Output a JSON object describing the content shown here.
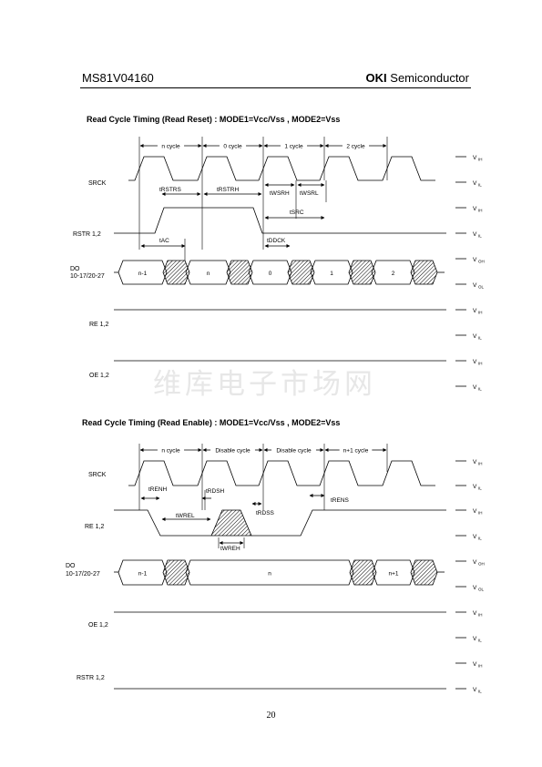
{
  "header": {
    "part": "MS81V04160",
    "brand": "OKI",
    "brand_suffix": " Semiconductor"
  },
  "diagram1": {
    "title": "Read Cycle Timing (Read Reset)  :  MODE1=Vcc/Vss , MODE2=Vss",
    "cycles": [
      "n cycle",
      "0 cycle",
      "1 cycle",
      "2 cycle"
    ],
    "signals": [
      "SRCK",
      "RSTR 1,2",
      "DO",
      "10-17/20-27",
      "RE 1,2",
      "OE 1,2"
    ],
    "params": [
      "tRSTRS",
      "tRSTRH",
      "tWSRH",
      "tWSRL",
      "tSRC",
      "tAC",
      "tDDCK"
    ],
    "do_values": [
      "n-1",
      "n",
      "0",
      "1",
      "2"
    ],
    "levels": [
      "V",
      "IH",
      "V",
      "IL",
      "V",
      "IH",
      "V",
      "IL",
      "V",
      "OH",
      "V",
      "OL",
      "V",
      "IH",
      "V",
      "IL",
      "V",
      "IH",
      "V",
      "IL"
    ]
  },
  "diagram2": {
    "title": "Read Cycle Timing (Read Enable)  :  MODE1=Vcc/Vss , MODE2=Vss",
    "cycles": [
      "n cycle",
      "Disable cycle",
      "Disable cycle",
      "n+1 cycle"
    ],
    "signals": [
      "SRCK",
      "RE 1,2",
      "DO",
      "10-17/20-27",
      "OE 1,2",
      "RSTR 1,2"
    ],
    "params": [
      "tRENH",
      "tRDSH",
      "tWREL",
      "tRDSS",
      "tRENS",
      "tWREH"
    ],
    "do_values": [
      "n-1",
      "n",
      "n+1"
    ],
    "levels": [
      "V",
      "IH",
      "V",
      "IL",
      "V",
      "IH",
      "V",
      "IL",
      "V",
      "OH",
      "V",
      "OL",
      "V",
      "IH",
      "V",
      "IL",
      "V",
      "IH",
      "V",
      "IL"
    ]
  },
  "watermark": "维库电子市场网",
  "page_number": "20"
}
